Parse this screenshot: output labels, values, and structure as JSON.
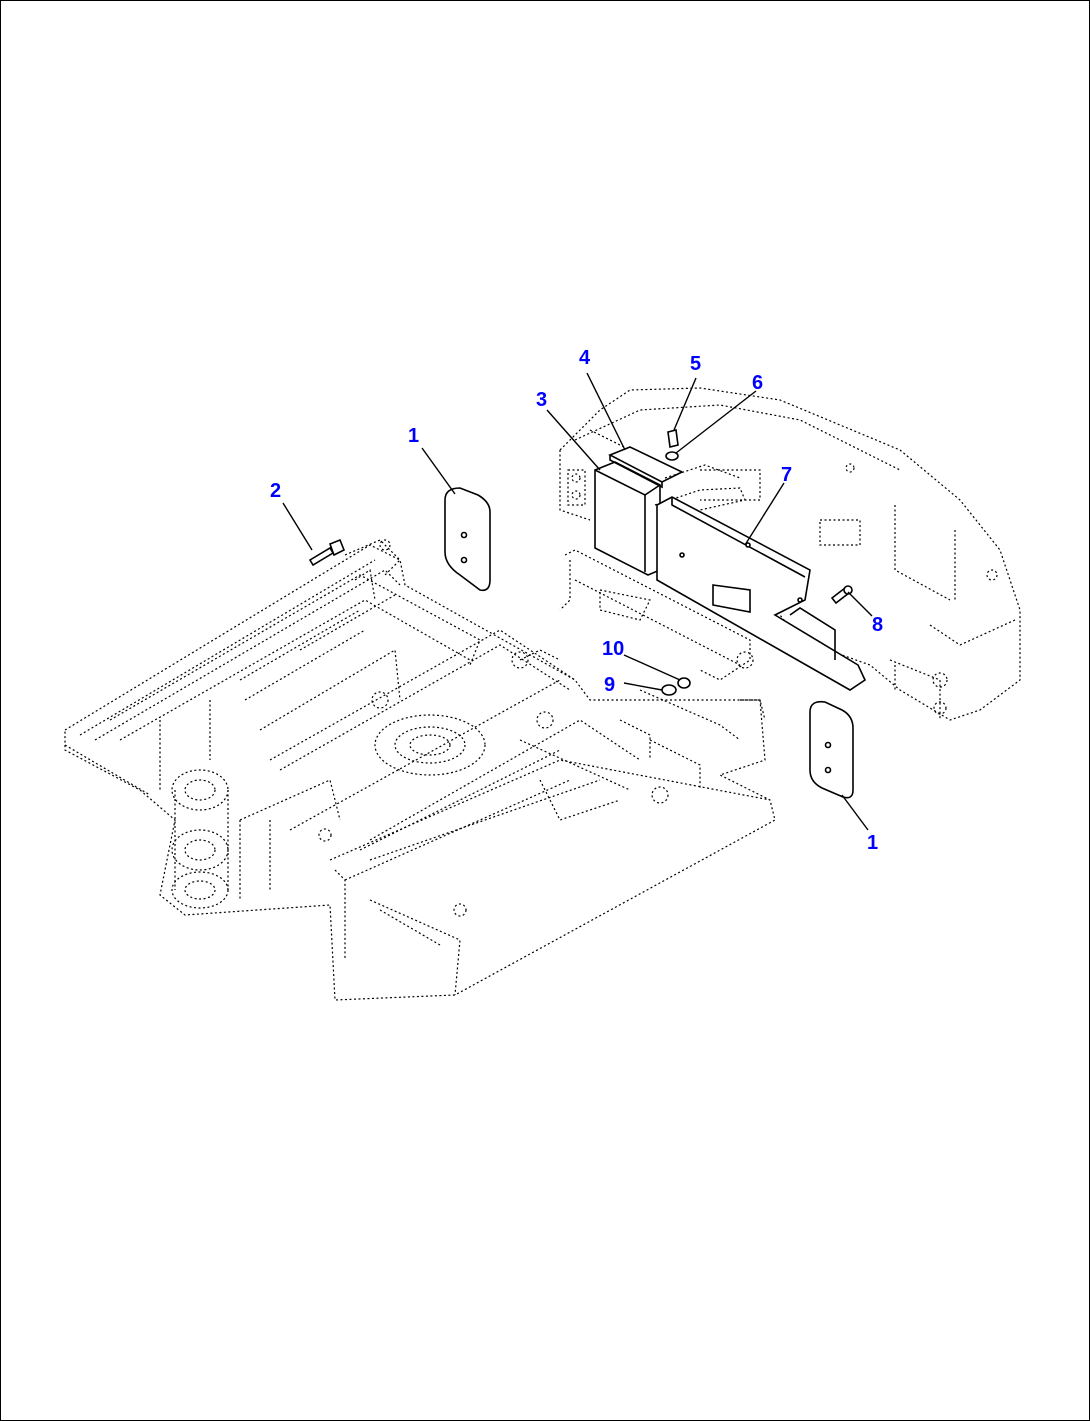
{
  "callouts": [
    {
      "id": "c1a",
      "label": "1"
    },
    {
      "id": "c1b",
      "label": "1"
    },
    {
      "id": "c2",
      "label": "2"
    },
    {
      "id": "c3",
      "label": "3"
    },
    {
      "id": "c4",
      "label": "4"
    },
    {
      "id": "c5",
      "label": "5"
    },
    {
      "id": "c6",
      "label": "6"
    },
    {
      "id": "c7",
      "label": "7"
    },
    {
      "id": "c8",
      "label": "8"
    },
    {
      "id": "c9",
      "label": "9"
    },
    {
      "id": "c10",
      "label": "10"
    }
  ],
  "colors": {
    "callout": "#0000ff",
    "line": "#000000",
    "background": "#ffffff"
  }
}
